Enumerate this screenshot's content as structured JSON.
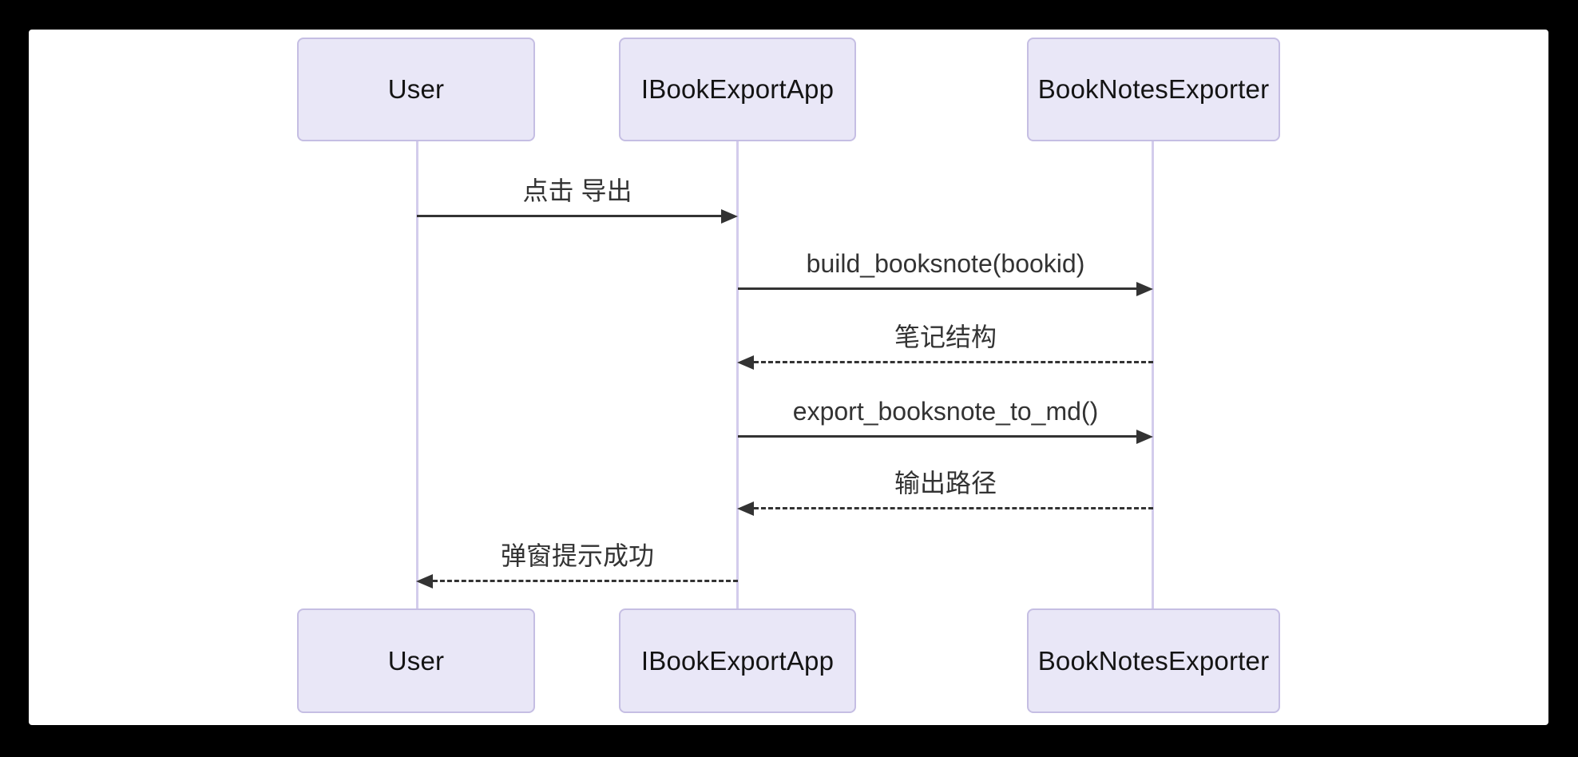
{
  "diagram": {
    "type": "sequence",
    "actors": [
      {
        "id": "user",
        "name": "User"
      },
      {
        "id": "app",
        "name": "IBookExportApp"
      },
      {
        "id": "exporter",
        "name": "BookNotesExporter"
      }
    ],
    "messages": [
      {
        "from": "User",
        "to": "IBookExportApp",
        "label": "点击 导出",
        "line": "solid",
        "direction": "right"
      },
      {
        "from": "IBookExportApp",
        "to": "BookNotesExporter",
        "label": "build_booksnote(bookid)",
        "line": "solid",
        "direction": "right"
      },
      {
        "from": "BookNotesExporter",
        "to": "IBookExportApp",
        "label": "笔记结构",
        "line": "dashed",
        "direction": "left"
      },
      {
        "from": "IBookExportApp",
        "to": "BookNotesExporter",
        "label": "export_booksnote_to_md()",
        "line": "solid",
        "direction": "right"
      },
      {
        "from": "BookNotesExporter",
        "to": "IBookExportApp",
        "label": "输出路径",
        "line": "dashed",
        "direction": "left"
      },
      {
        "from": "IBookExportApp",
        "to": "User",
        "label": "弹窗提示成功",
        "line": "dashed",
        "direction": "left"
      }
    ],
    "colors": {
      "frame_bg": "#000000",
      "canvas_bg": "#ffffff",
      "actor_fill": "#e9e7f7",
      "actor_border": "#c5bee3",
      "actor_text": "#141414",
      "lifeline": "#d3ccec",
      "message": "#333333"
    }
  }
}
